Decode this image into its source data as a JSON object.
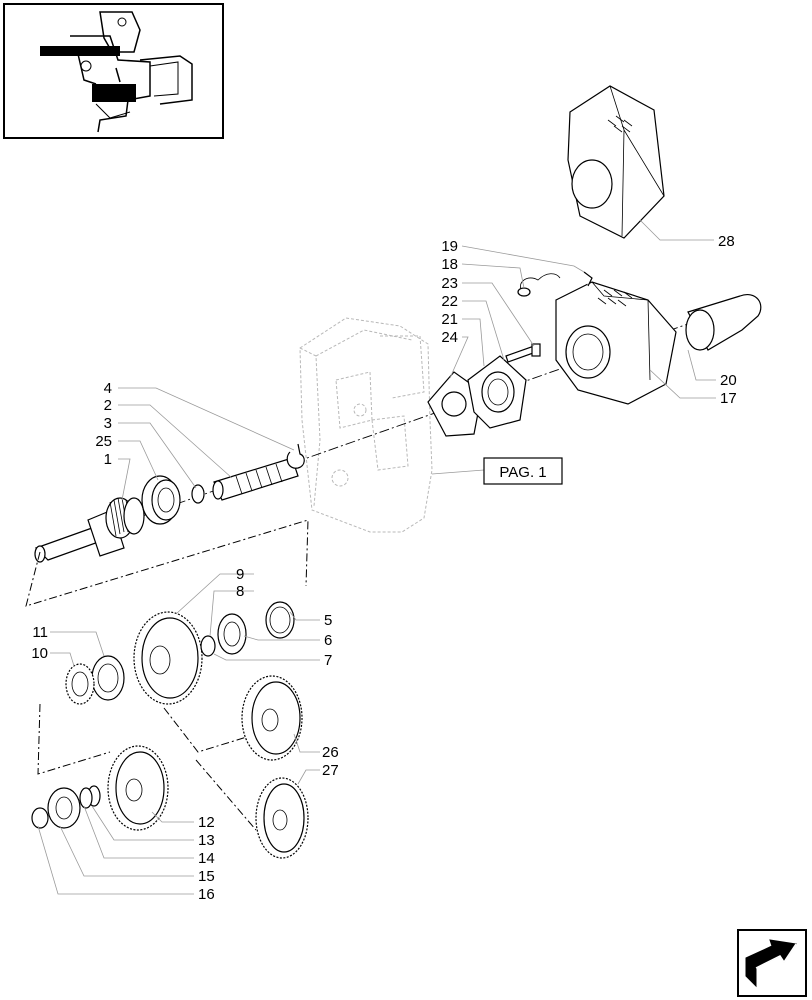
{
  "callouts": {
    "n1": "1",
    "n2": "2",
    "n3": "3",
    "n4": "4",
    "n5": "5",
    "n6": "6",
    "n7": "7",
    "n8": "8",
    "n9": "9",
    "n10": "10",
    "n11": "11",
    "n12": "12",
    "n13": "13",
    "n14": "14",
    "n15": "15",
    "n16": "16",
    "n17": "17",
    "n18": "18",
    "n19": "19",
    "n20": "20",
    "n21": "21",
    "n22": "22",
    "n23": "23",
    "n24": "24",
    "n25": "25",
    "n26": "26",
    "n27": "27",
    "n28": "28"
  },
  "page_reference": "PAG. 1",
  "icons": {
    "thumbnail": "tractor-assembly-thumbnail",
    "navigation": "next-page-arrow-icon"
  }
}
